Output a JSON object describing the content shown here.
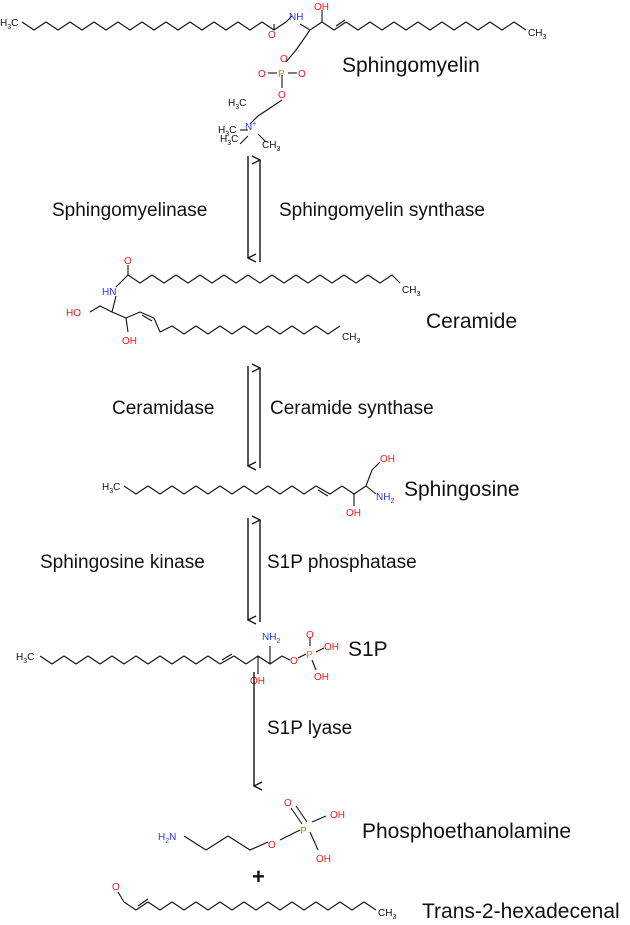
{
  "compounds": {
    "sphingomyelin": "Sphingomyelin",
    "ceramide": "Ceramide",
    "sphingosine": "Sphingosine",
    "s1p": "S1P",
    "phosphoethanolamine": "Phosphoethanolamine",
    "hexadecenal": "Trans-2-hexadecenal"
  },
  "enzymes": {
    "sphingomyelinase": "Sphingomyelinase",
    "sphingomyelin_synthase": "Sphingomyelin synthase",
    "ceramidase": "Ceramidase",
    "ceramide_synthase": "Ceramide synthase",
    "sphingosine_kinase": "Sphingosine kinase",
    "s1p_phosphatase": "S1P phosphatase",
    "s1p_lyase": "S1P lyase"
  },
  "plus_sign": "+",
  "atoms": {
    "ch3": "CH",
    "h3c": "H",
    "c": "C",
    "sub3": "3",
    "sub2": "2",
    "nh": "NH",
    "hn": "HN",
    "oh": "OH",
    "ho": "HO",
    "o": "O",
    "p": "P",
    "n": "N",
    "nplus": "+",
    "h2n": "H",
    "nh2": "NH"
  },
  "colors": {
    "carbon": "#111111",
    "oxygen": "#e0201b",
    "nitrogen": "#2a3ad8",
    "phosphorus": "#d97a10"
  }
}
